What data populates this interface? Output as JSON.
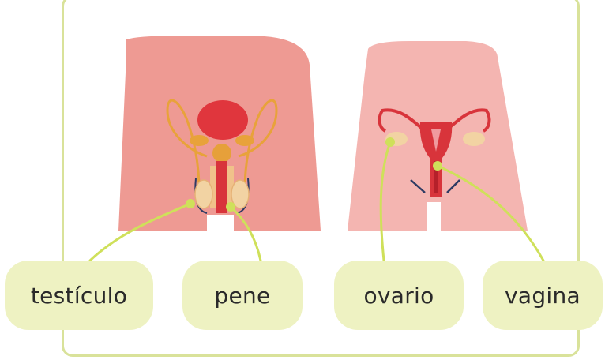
{
  "labels": {
    "testiculo": "testículo",
    "pene": "pene",
    "ovario": "ovario",
    "vagina": "vagina"
  },
  "colors": {
    "frame": "#d9e29a",
    "label_bg": "#eef2c2",
    "connector": "#cfe05a",
    "male_skin": "#ee9a93",
    "female_skin": "#f4b5b1",
    "organ_red": "#d8343b",
    "organ_orange": "#e8a23a",
    "gland_beige": "#f2d3a3"
  }
}
